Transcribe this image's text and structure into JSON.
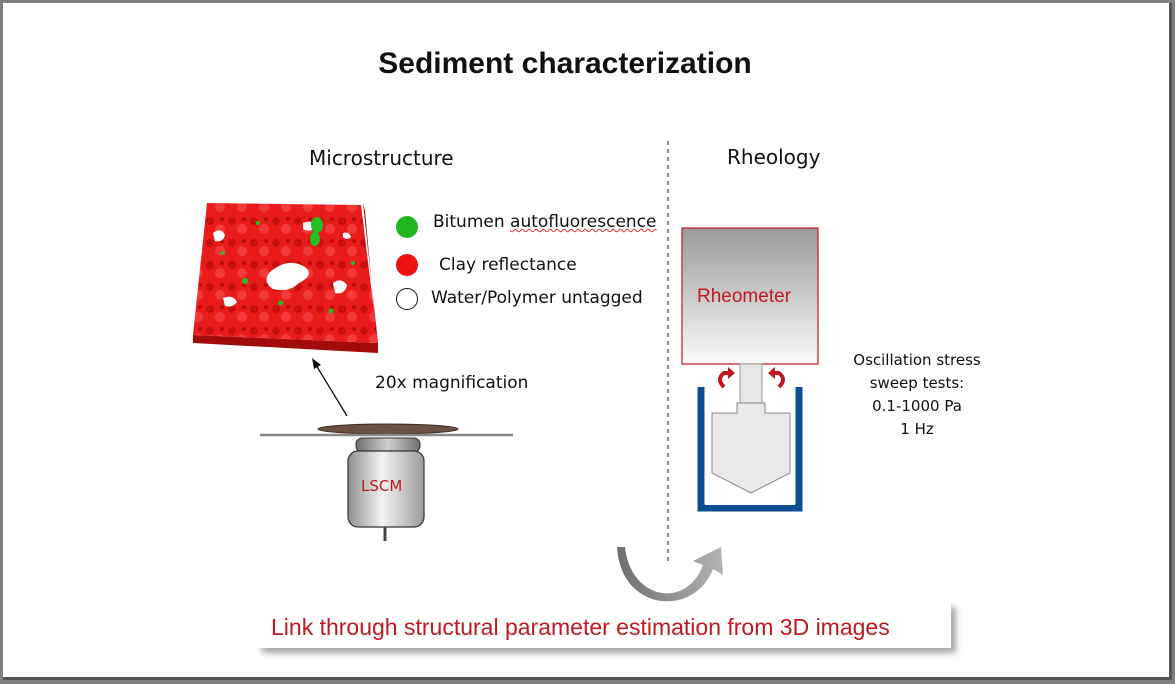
{
  "title": "Sediment characterization",
  "sections": {
    "left": "Microstructure",
    "right": "Rheology"
  },
  "legend": [
    {
      "label": "Bitumen autofluorescence",
      "color": "#1fb61f"
    },
    {
      "label": "Clay reflectance",
      "color": "#ee1111"
    },
    {
      "label": "Water/Polymer untagged",
      "color": "#ffffff"
    }
  ],
  "magnification": "20x magnification",
  "microscope_label": "LSCM",
  "rheometer_label": "Rheometer",
  "oscillation": {
    "line1": "Oscillation stress",
    "line2": "sweep tests:",
    "line3": "0.1-1000 Pa",
    "line4": "1 Hz"
  },
  "link_text": "Link through structural parameter estimation from 3D images",
  "colors": {
    "accent_red": "#c0181f",
    "cup_blue": "#0b4f93",
    "arrow_gray": "#8a8a8a"
  }
}
